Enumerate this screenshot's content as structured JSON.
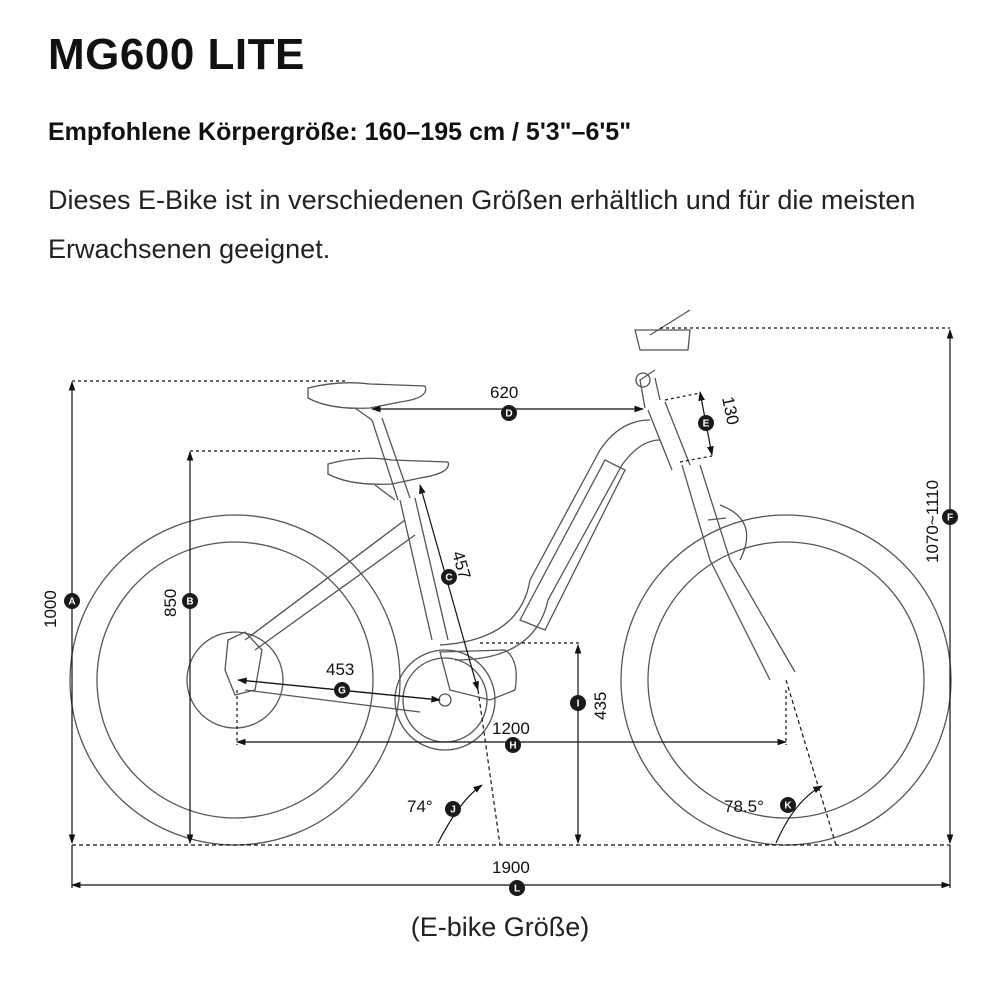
{
  "header": {
    "title": "MG600 LITE",
    "subtitle": "Empfohlene Körpergröße: 160–195 cm / 5'3\"–6'5\"",
    "description": "Dieses E-Bike ist in verschiedenen Größen erhältlich und für die meisten Erwachsenen geeignet."
  },
  "dimensions": {
    "A": {
      "letter": "A",
      "value": "1000"
    },
    "B": {
      "letter": "B",
      "value": "850"
    },
    "C": {
      "letter": "C",
      "value": "457"
    },
    "D": {
      "letter": "D",
      "value": "620"
    },
    "E": {
      "letter": "E",
      "value": "130"
    },
    "F": {
      "letter": "F",
      "value": "1070~1110"
    },
    "G": {
      "letter": "G",
      "value": "453"
    },
    "H": {
      "letter": "H",
      "value": "1200"
    },
    "I": {
      "letter": "I",
      "value": "435"
    },
    "J": {
      "letter": "J",
      "value": "74°"
    },
    "K": {
      "letter": "K",
      "value": "78.5°"
    },
    "L": {
      "letter": "L",
      "value": "1900"
    }
  },
  "caption": "(E-bike Größe)",
  "colors": {
    "line": "#555555",
    "dim": "#111111",
    "badge": "#1a1a1a"
  }
}
